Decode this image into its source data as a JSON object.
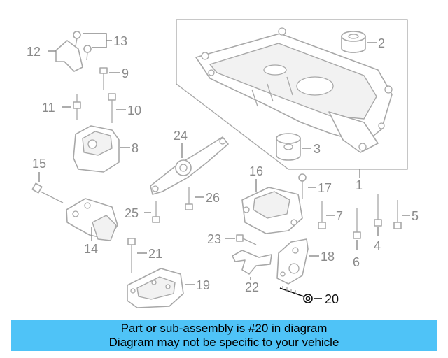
{
  "callouts": {
    "c1": "1",
    "c2": "2",
    "c3": "3",
    "c4": "4",
    "c5": "5",
    "c6": "6",
    "c7": "7",
    "c8": "8",
    "c9": "9",
    "c10": "10",
    "c11": "11",
    "c12": "12",
    "c13": "13",
    "c14": "14",
    "c15": "15",
    "c16": "16",
    "c17": "17",
    "c18": "18",
    "c19": "19",
    "c20": "20",
    "c21": "21",
    "c22": "22",
    "c23": "23",
    "c24": "24",
    "c25": "25",
    "c26": "26"
  },
  "highlighted_part": "20",
  "banner": {
    "line1": "Part or sub-assembly is #20 in diagram",
    "line2": "Diagram may not be specific to your vehicle",
    "color": "#4fc3f7"
  }
}
